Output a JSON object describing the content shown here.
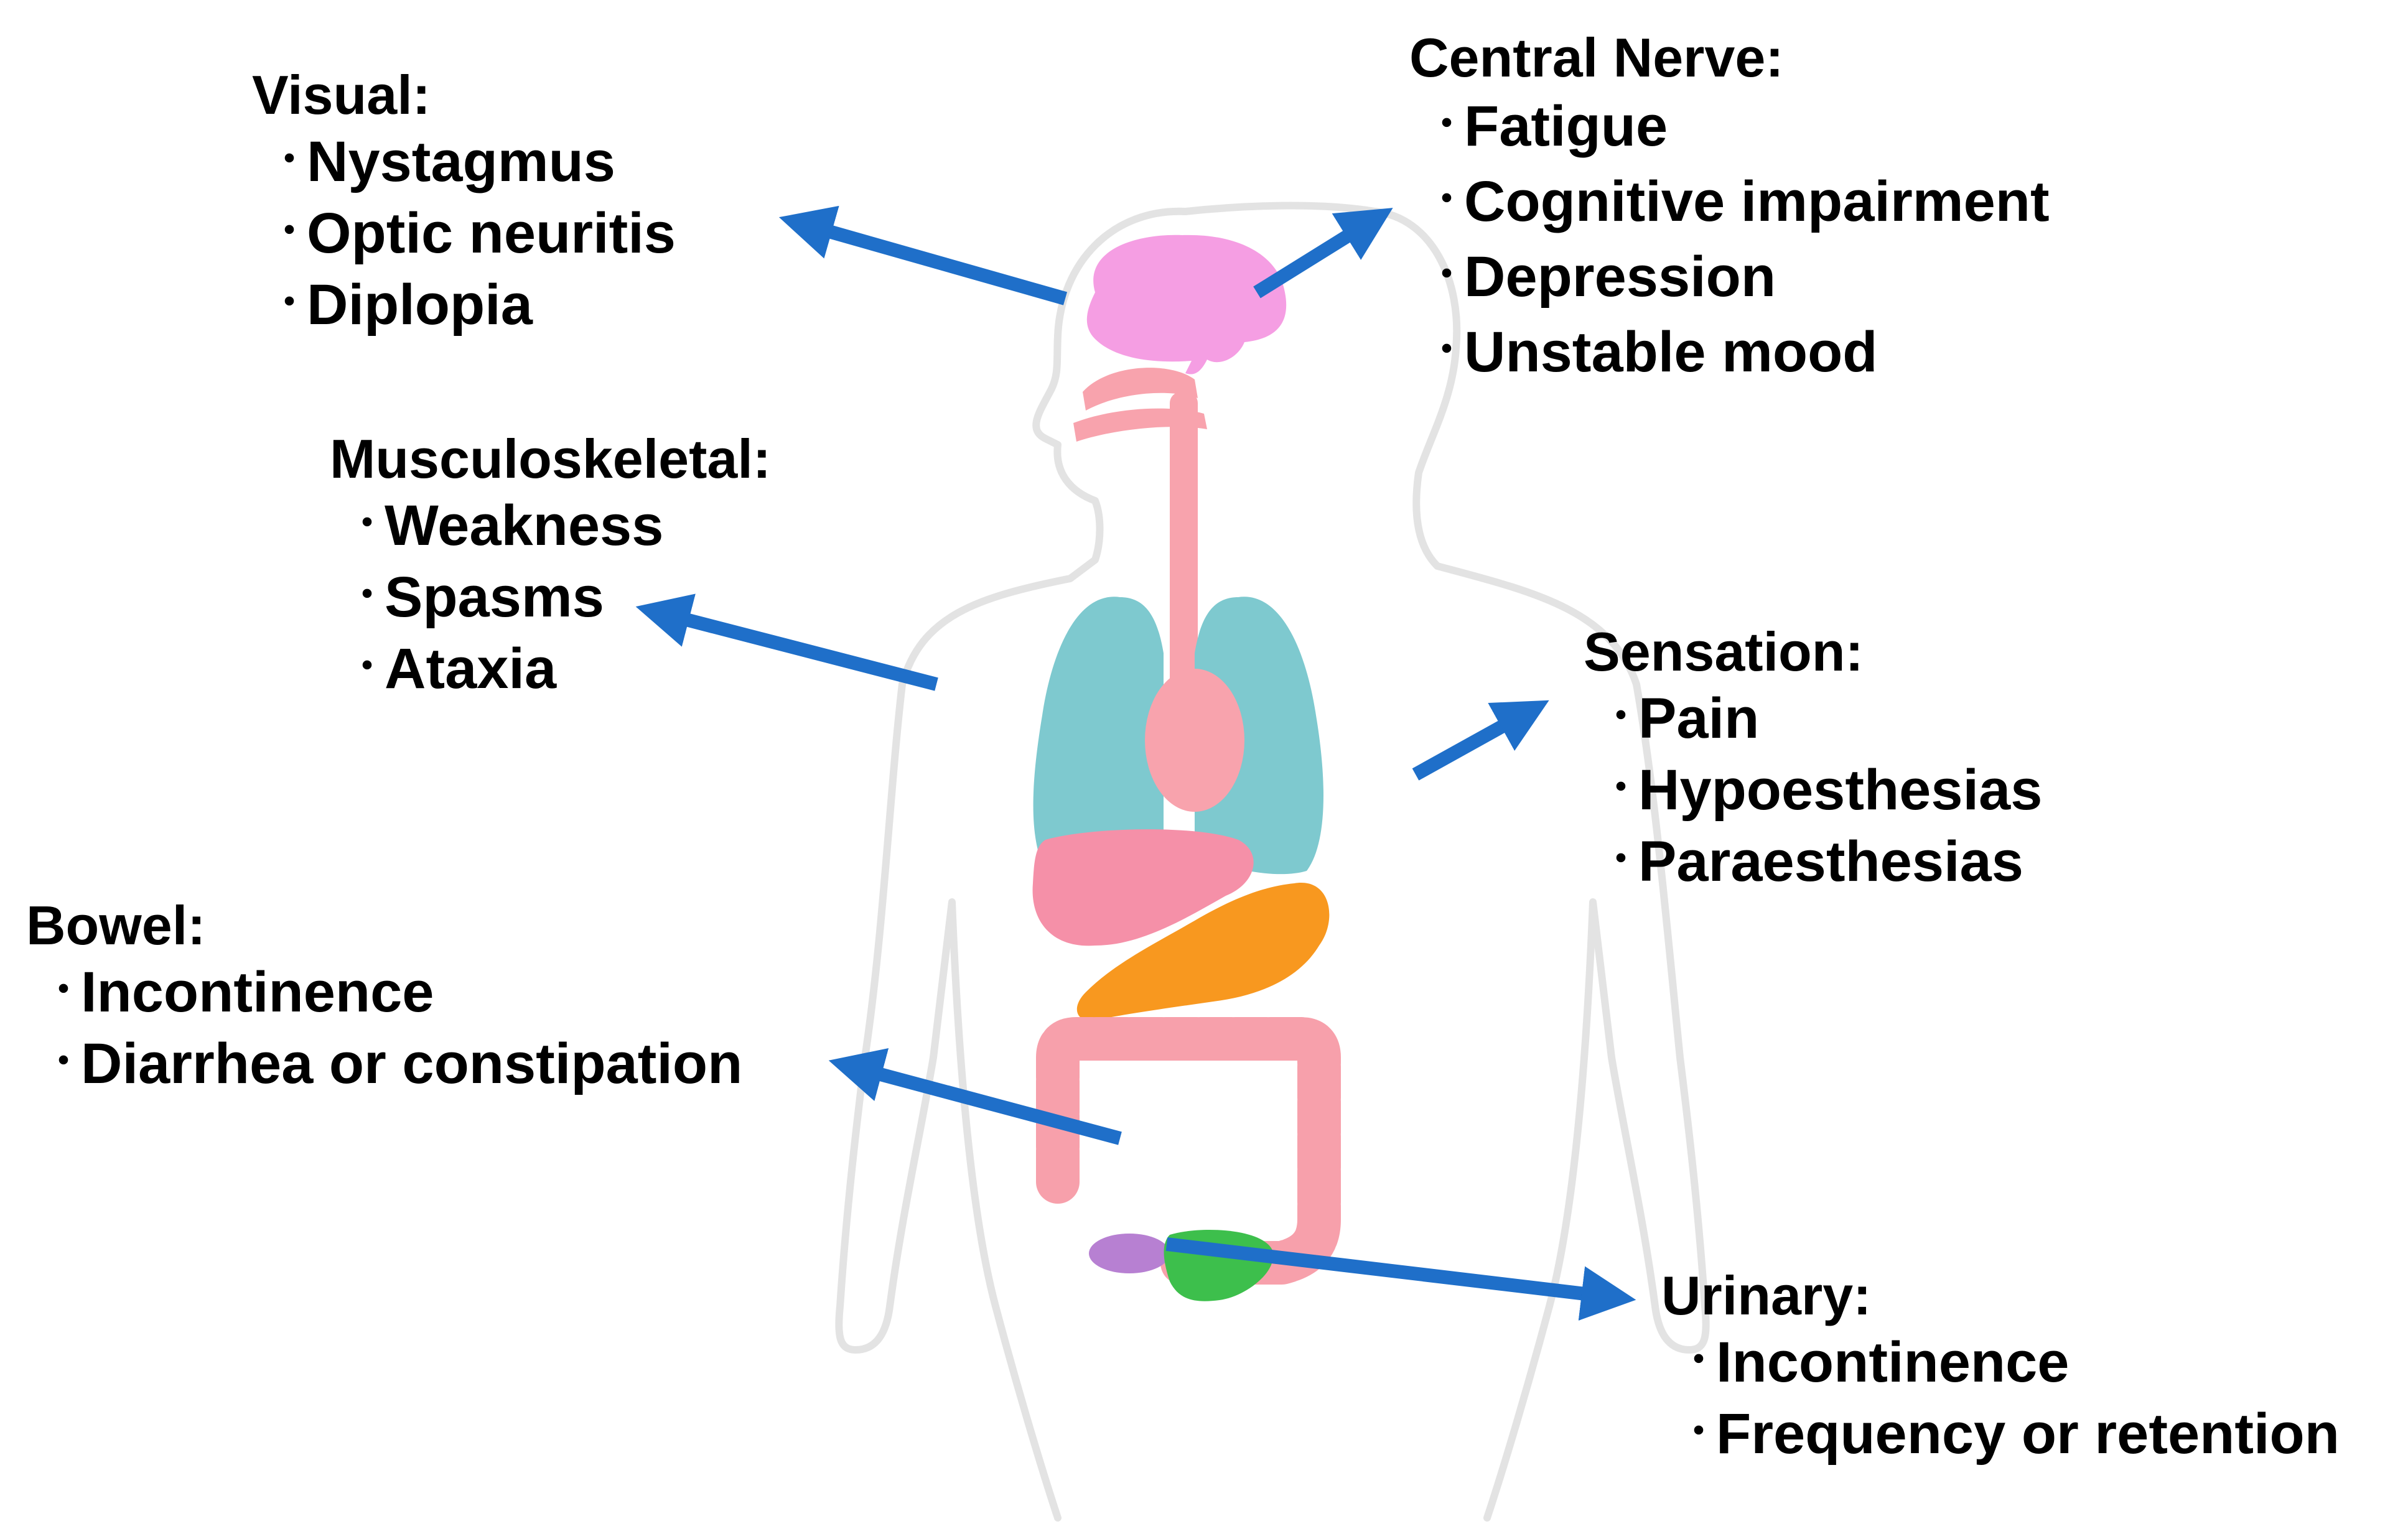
{
  "colors": {
    "arrow": "#1f6fc9",
    "body_outline": "#e3e3e3",
    "brain": "#f59ee3",
    "airway": "#f8a3ad",
    "lungs": "#7ec9cf",
    "heart": "#f8a3ad",
    "liver": "#f590a8",
    "stomach": "#f8981f",
    "intestine": "#f7a0ab",
    "bladder": "#b780d2",
    "prostate": "#3dbf4c"
  },
  "groups": {
    "visual": {
      "heading": "Visual:",
      "items": [
        "Nystagmus",
        "Optic neuritis",
        "Diplopia"
      ]
    },
    "central_nerve": {
      "heading": "Central Nerve:",
      "items": [
        "Fatigue",
        "Cognitive impairment",
        "Depression",
        "Unstable mood"
      ]
    },
    "musculoskeletal": {
      "heading": "Musculoskeletal:",
      "items": [
        "Weakness",
        "Spasms",
        "Ataxia"
      ]
    },
    "sensation": {
      "heading": "Sensation:",
      "items": [
        "Pain",
        "Hypoesthesias",
        "Paraesthesias"
      ]
    },
    "bowel": {
      "heading": "Bowel:",
      "items": [
        "Incontinence",
        "Diarrhea or constipation"
      ]
    },
    "urinary": {
      "heading": "Urinary:",
      "items": [
        "Incontinence",
        "Frequency or retention"
      ]
    }
  },
  "bullet_glyph": "・"
}
